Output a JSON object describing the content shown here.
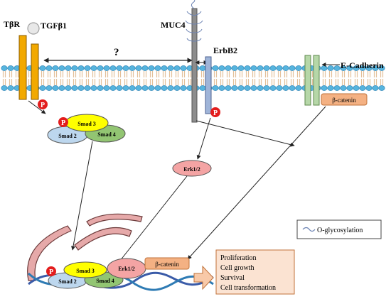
{
  "labels": {
    "tbr": "TβR",
    "tgfb1": "TGFβ1",
    "question": "?",
    "muc4": "MUC4",
    "erbb2": "ErbB2",
    "ecadherin": "E-Cadherin",
    "bcatenin": "β-catenin",
    "phospho": "P",
    "smad3": "Smad 3",
    "smad2": "Smad 2",
    "smad4": "Smad 4",
    "erk": "Erk1/2"
  },
  "legend": {
    "label": "O-glycosylation"
  },
  "outcomes": {
    "items": [
      "Proliferation",
      "Cell growth",
      "Survival",
      "Cell transformation"
    ]
  },
  "colors": {
    "membrane_head": "#56b4de",
    "membrane_tail": "#e3c09a",
    "tbr_receptor": "#f2a900",
    "muc4": "#8d8d8d",
    "erbb2": "#9fb4d8",
    "ecadherin": "#b6d7a8",
    "bcatenin": "#f4b183",
    "phospho": "#e31d1d",
    "smad3": "#ffff00",
    "smad2": "#bdd7ee",
    "smad4": "#92c572",
    "erk": "#f4a4a4",
    "nucleus": "#e6a9a9",
    "dna": "#3a5ba8"
  }
}
